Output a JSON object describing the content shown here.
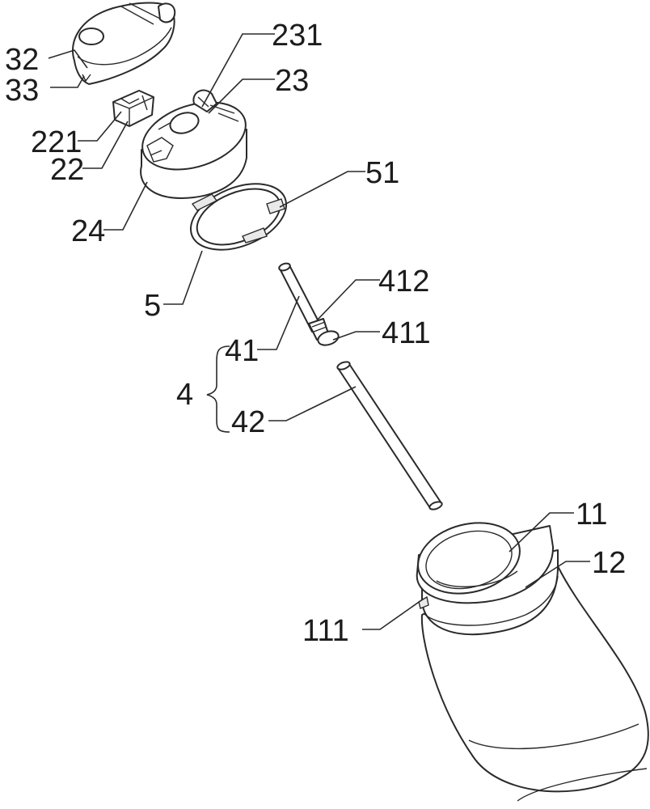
{
  "labels": {
    "l231": "231",
    "l23": "23",
    "l32": "32",
    "l33": "33",
    "l221": "221",
    "l22": "22",
    "l24": "24",
    "l51": "51",
    "l5": "5",
    "l412": "412",
    "l41": "41",
    "l411": "411",
    "l4": "4",
    "l42": "42",
    "l11": "11",
    "l12": "12",
    "l111": "111"
  }
}
